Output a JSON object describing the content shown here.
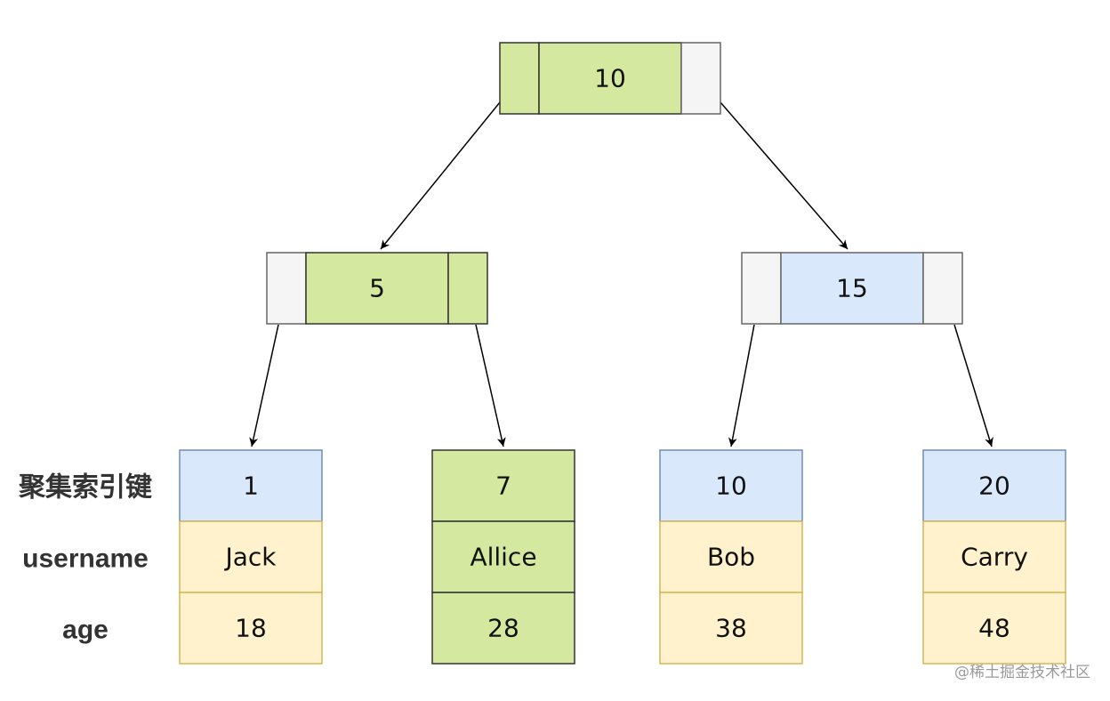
{
  "labels": {
    "key": "聚集索引键",
    "username": "username",
    "age": "age"
  },
  "tree": {
    "root": {
      "key": "10"
    },
    "left": {
      "key": "5"
    },
    "right": {
      "key": "15"
    }
  },
  "leaves": [
    {
      "key": "1",
      "username": "Jack",
      "age": "18",
      "highlighted": false
    },
    {
      "key": "7",
      "username": "Allice",
      "age": "28",
      "highlighted": true
    },
    {
      "key": "10",
      "username": "Bob",
      "age": "38",
      "highlighted": false
    },
    {
      "key": "20",
      "username": "Carry",
      "age": "48",
      "highlighted": false
    }
  ],
  "watermark": "@稀土掘金技术社区",
  "colors": {
    "green": "#d5e8a0",
    "blue": "#dae8fc",
    "yellow": "#fff2cc",
    "gray": "#f5f5f5",
    "yellow_border": "#d6b656",
    "blue_border": "#6c8ebf",
    "dark_border": "#333333"
  }
}
